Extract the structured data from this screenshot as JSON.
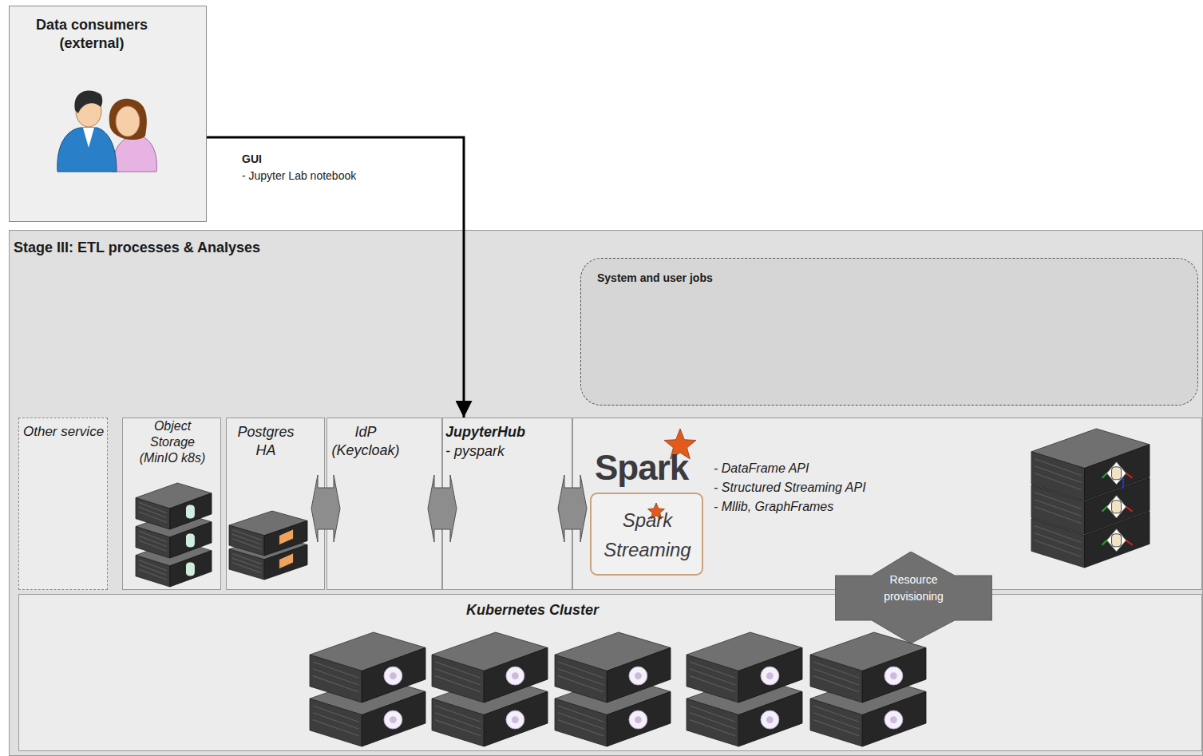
{
  "diagram": {
    "nodes": [
      {
        "text": [
          "Data consumers (external)"
        ]
      },
      {
        "text": [
          "Stage III: ETL processes & Analyses"
        ]
      },
      {
        "text": [
          "System and user jobs"
        ],
        "in": 1
      },
      {
        "text": [
          "Other service"
        ],
        "in": 1
      },
      {
        "text": [
          "Object Storage (MinIO k8s)"
        ],
        "in": 1
      },
      {
        "text": [
          "Postgres HA"
        ],
        "in": 1
      },
      {
        "text": [
          "IdP (Keycloak)"
        ],
        "in": 1
      },
      {
        "text": [
          "JupyterHub",
          "- pyspark"
        ],
        "in": 1
      },
      {
        "text": [
          "Spark",
          "- DataFrame API",
          "- Structured Streaming API",
          "- Mllib, GraphFrames"
        ],
        "in": 1
      },
      {
        "text": [
          "Spark Streaming"
        ],
        "in": 8
      },
      {
        "text": [
          "Kubernetes Cluster"
        ],
        "in": 1
      },
      {
        "text": [
          "Resource provisioning"
        ],
        "in": 1
      }
    ],
    "edges": [
      {
        "from": 0,
        "to": 7,
        "arrow": "to",
        "label": "GUI"
      },
      {
        "from": 5,
        "to": 6,
        "arrow": "both"
      },
      {
        "from": 6,
        "to": 7,
        "arrow": "both"
      },
      {
        "from": 7,
        "to": 8,
        "arrow": "both"
      }
    ],
    "labels": [
      "- Jupyter Lab notebook"
    ]
  }
}
